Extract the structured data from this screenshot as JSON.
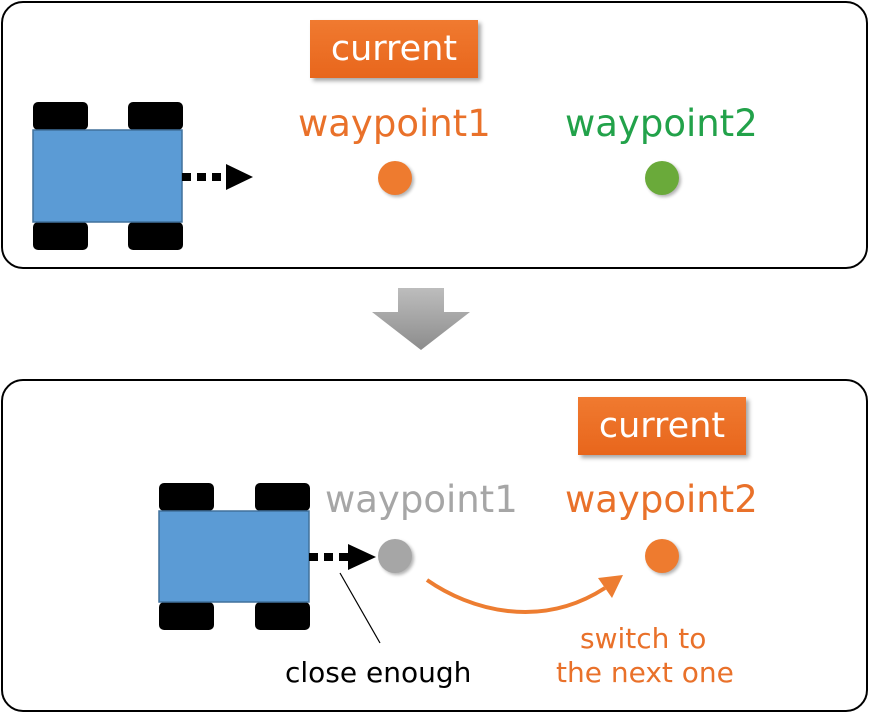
{
  "top": {
    "current_badge": "current",
    "waypoint1": "waypoint1",
    "waypoint2": "waypoint2"
  },
  "bottom": {
    "current_badge": "current",
    "waypoint1": "waypoint1",
    "waypoint2": "waypoint2",
    "close_enough": "close enough",
    "switch_line1": "switch to",
    "switch_line2": "the next one"
  },
  "colors": {
    "current": "#e9712a",
    "next": "#22a24a",
    "passed": "#a6a6a6",
    "robot_body": "#5b9bd5",
    "wheel": "#000000",
    "transition_arrow": "#a6a6a6"
  }
}
